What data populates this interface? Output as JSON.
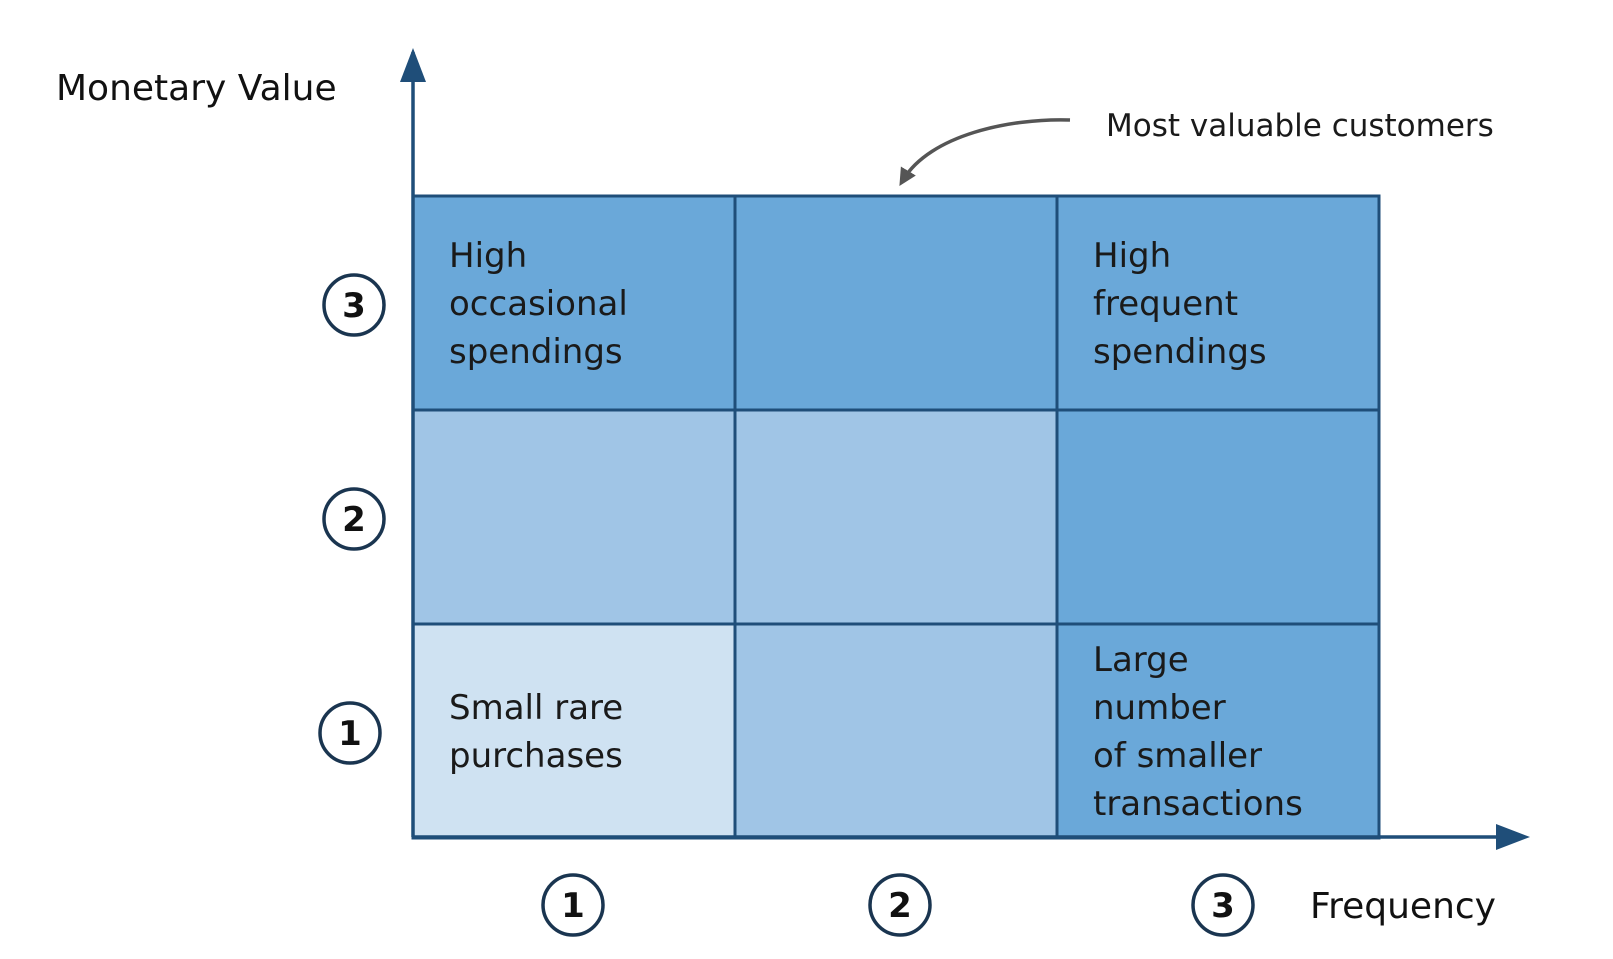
{
  "y_axis": {
    "title": "Monetary Value",
    "ticks": [
      "1",
      "2",
      "3"
    ]
  },
  "x_axis": {
    "title": "Frequency",
    "ticks": [
      "1",
      "2",
      "3"
    ]
  },
  "annotation": {
    "text": "Most valuable customers"
  },
  "colors": {
    "axis": "#1f4e79",
    "light": "#cfe2f2",
    "medium": "#a0c5e6",
    "dark": "#6aa8d9",
    "annotation_arrow": "#555555"
  },
  "cells": [
    {
      "row": 3,
      "col": 1,
      "shade": "dark",
      "lines": [
        "High",
        "occasional",
        "spendings"
      ]
    },
    {
      "row": 3,
      "col": 2,
      "shade": "dark",
      "lines": []
    },
    {
      "row": 3,
      "col": 3,
      "shade": "dark",
      "lines": [
        "High",
        "frequent",
        "spendings"
      ]
    },
    {
      "row": 2,
      "col": 1,
      "shade": "medium",
      "lines": []
    },
    {
      "row": 2,
      "col": 2,
      "shade": "medium",
      "lines": []
    },
    {
      "row": 2,
      "col": 3,
      "shade": "dark",
      "lines": []
    },
    {
      "row": 1,
      "col": 1,
      "shade": "light",
      "lines": [
        "Small rare",
        "purchases"
      ]
    },
    {
      "row": 1,
      "col": 2,
      "shade": "medium",
      "lines": []
    },
    {
      "row": 1,
      "col": 3,
      "shade": "dark",
      "lines": [
        "Large",
        "number",
        "of smaller",
        "transactions"
      ]
    }
  ]
}
